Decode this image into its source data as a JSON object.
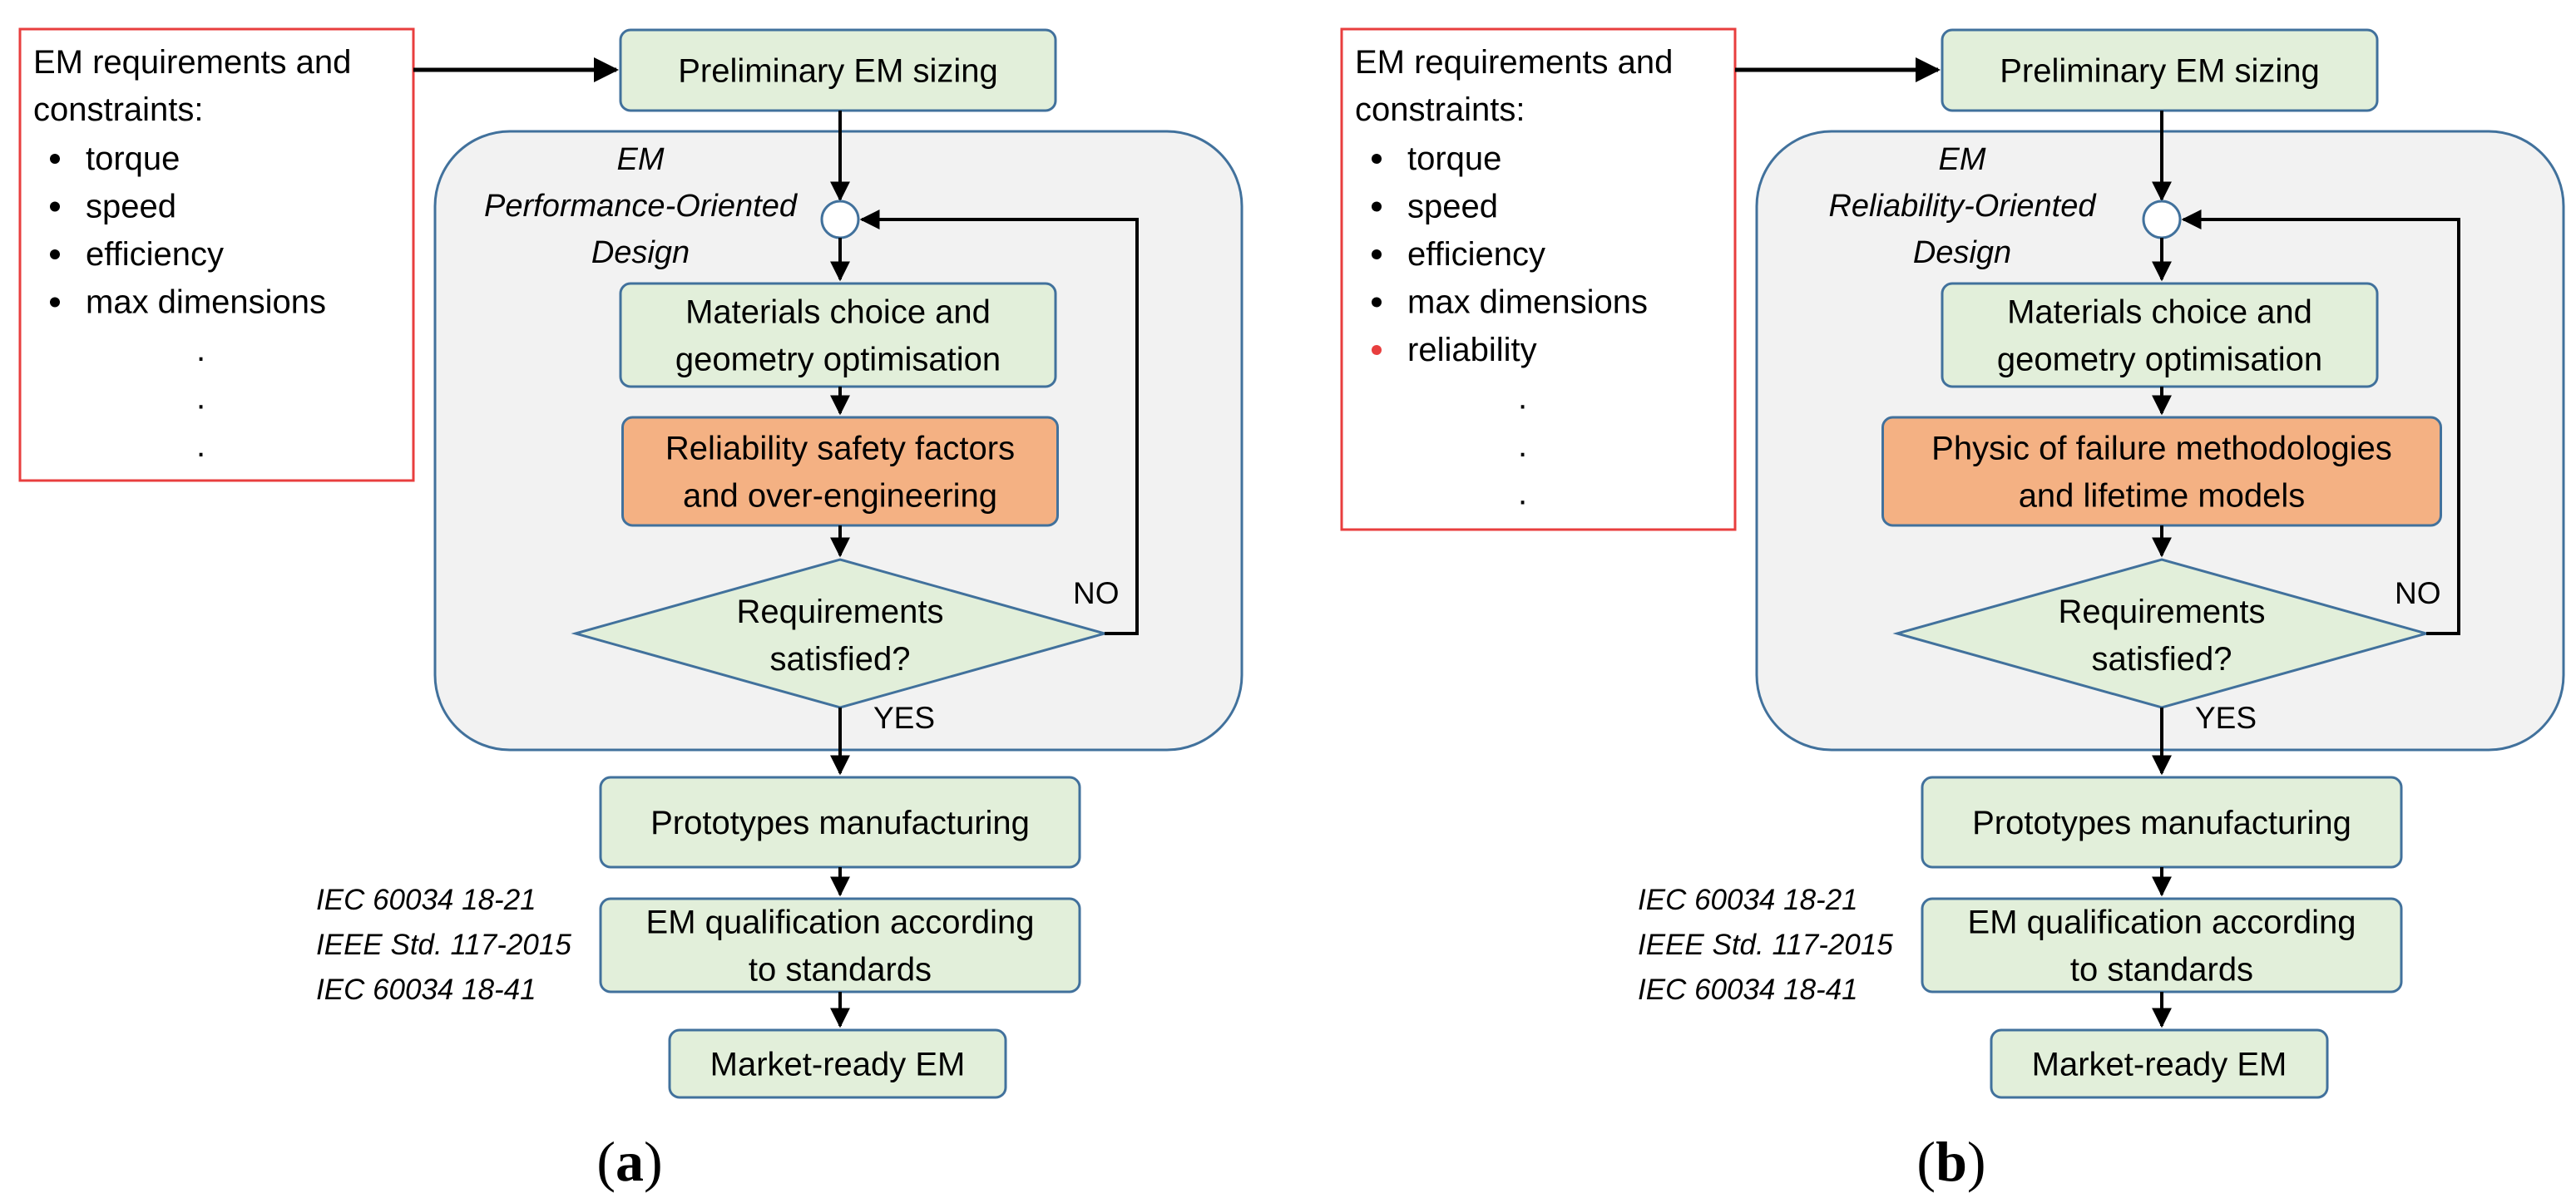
{
  "colors": {
    "process_fill": "#e2efda",
    "process_stroke": "#41719c",
    "highlight_fill": "#f4b183",
    "design_region_fill": "#f2f2f2",
    "requirements_border": "#e83e3e",
    "reliability_text": "#e83e3e",
    "arrow": "#000000"
  },
  "panels": [
    {
      "panel_label": "a",
      "requirements": {
        "title_line_1": "EM requirements and",
        "title_line_2": "constraints:",
        "bullets": [
          "torque",
          "speed",
          "efficiency",
          "max dimensions"
        ],
        "ellipsis": [
          ".",
          ".",
          "."
        ]
      },
      "design_label": [
        "EM",
        "Performance-Oriented",
        "Design"
      ],
      "steps": {
        "preliminary_sizing": [
          "Preliminary EM sizing"
        ],
        "materials_geometry": [
          "Materials choice and",
          "geometry optimisation"
        ],
        "reliability_step": [
          "Reliability safety factors",
          "and over-engineering"
        ],
        "decision": [
          "Requirements",
          "satisfied?"
        ],
        "prototypes": [
          "Prototypes manufacturing"
        ],
        "qualification": [
          "EM qualification according",
          "to standards"
        ],
        "market_ready": [
          "Market-ready EM"
        ]
      },
      "branch_no": "NO",
      "branch_yes": "YES",
      "standards": [
        "IEC 60034 18-21",
        "IEEE Std. 117-2015",
        "IEC 60034 18-41"
      ]
    },
    {
      "panel_label": "b",
      "requirements": {
        "title_line_1": "EM requirements and",
        "title_line_2": "constraints:",
        "bullets": [
          "torque",
          "speed",
          "efficiency",
          "max dimensions"
        ],
        "highlight_bullet": "reliability",
        "ellipsis": [
          ".",
          ".",
          "."
        ]
      },
      "design_label": [
        "EM",
        "Reliability-Oriented",
        "Design"
      ],
      "steps": {
        "preliminary_sizing": [
          "Preliminary EM sizing"
        ],
        "materials_geometry": [
          "Materials choice and",
          "geometry optimisation"
        ],
        "reliability_step": [
          "Physic of failure methodologies",
          "and lifetime models"
        ],
        "decision": [
          "Requirements",
          "satisfied?"
        ],
        "prototypes": [
          "Prototypes manufacturing"
        ],
        "qualification": [
          "EM qualification according",
          "to standards"
        ],
        "market_ready": [
          "Market-ready EM"
        ]
      },
      "branch_no": "NO",
      "branch_yes": "YES",
      "standards": [
        "IEC 60034 18-21",
        "IEEE Std. 117-2015",
        "IEC 60034 18-41"
      ]
    }
  ]
}
